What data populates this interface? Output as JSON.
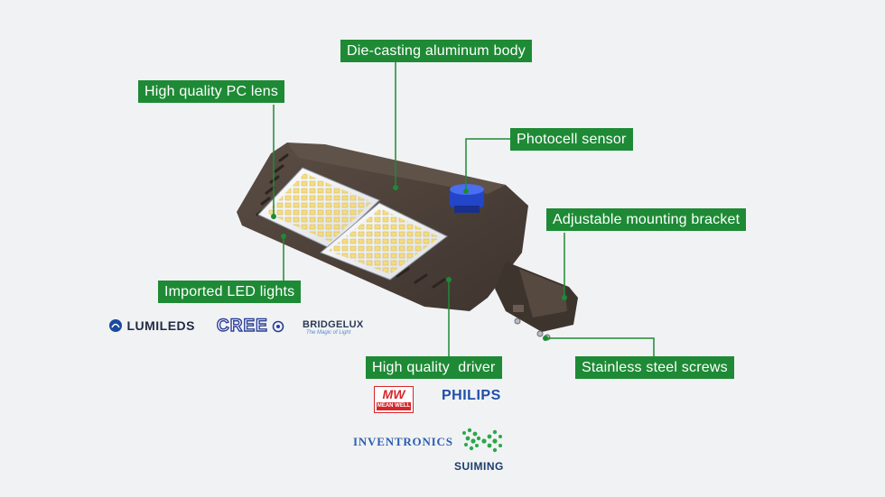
{
  "callouts": {
    "body": "Die-casting aluminum body",
    "lens": "High quality PC lens",
    "photocell": "Photocell sensor",
    "bracket": "Adjustable mounting bracket",
    "led": "Imported LED lights",
    "driver": "High quality  driver",
    "screws": "Stainless steel screws"
  },
  "led_brands": {
    "lumileds": "LUMILEDS",
    "cree": "CREE",
    "bridgelux": "BRIDGELUX",
    "bridgelux_tagline": "The Magic of Light"
  },
  "driver_brands": {
    "meanwell_mark": "MW",
    "meanwell": "MEAN WELL",
    "philips": "PHILIPS",
    "inventronics": "INVENTRONICS",
    "suiming": "SUIMING"
  },
  "colors": {
    "label_green": "#1e8a35",
    "housing": "#4a3f38",
    "photocell": "#2346c9",
    "philips_blue": "#1f4fa8",
    "meanwell_red": "#d6262b"
  }
}
